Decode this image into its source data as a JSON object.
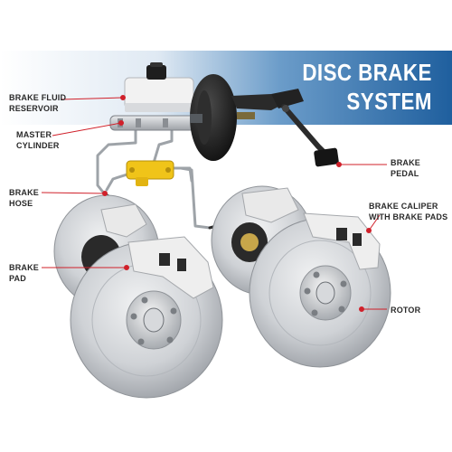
{
  "title": {
    "line1": "DISC BRAKE",
    "line2": "SYSTEM"
  },
  "labels": {
    "brake_fluid_reservoir": [
      "BRAKE FLUID",
      "RESERVOIR"
    ],
    "master_cylinder": [
      "MASTER",
      "CYLINDER"
    ],
    "brake_hose": [
      "BRAKE",
      "HOSE"
    ],
    "brake_pad": [
      "BRAKE",
      "PAD"
    ],
    "brake_pedal": [
      "BRAKE",
      "PEDAL"
    ],
    "brake_caliper": [
      "BRAKE CALIPER",
      "WITH BRAKE PADS"
    ],
    "rotor": [
      "ROTOR"
    ]
  },
  "colors": {
    "banner_blue": "#1f5f9e",
    "banner_light": "#e6eef6",
    "leader_red": "#d0202a",
    "label_text": "#2a2a2a",
    "metal": "#c9ccd0",
    "booster_black": "#1c1c1c",
    "caliper_white": "#eeeeee",
    "junction_yellow": "#f0c419"
  }
}
